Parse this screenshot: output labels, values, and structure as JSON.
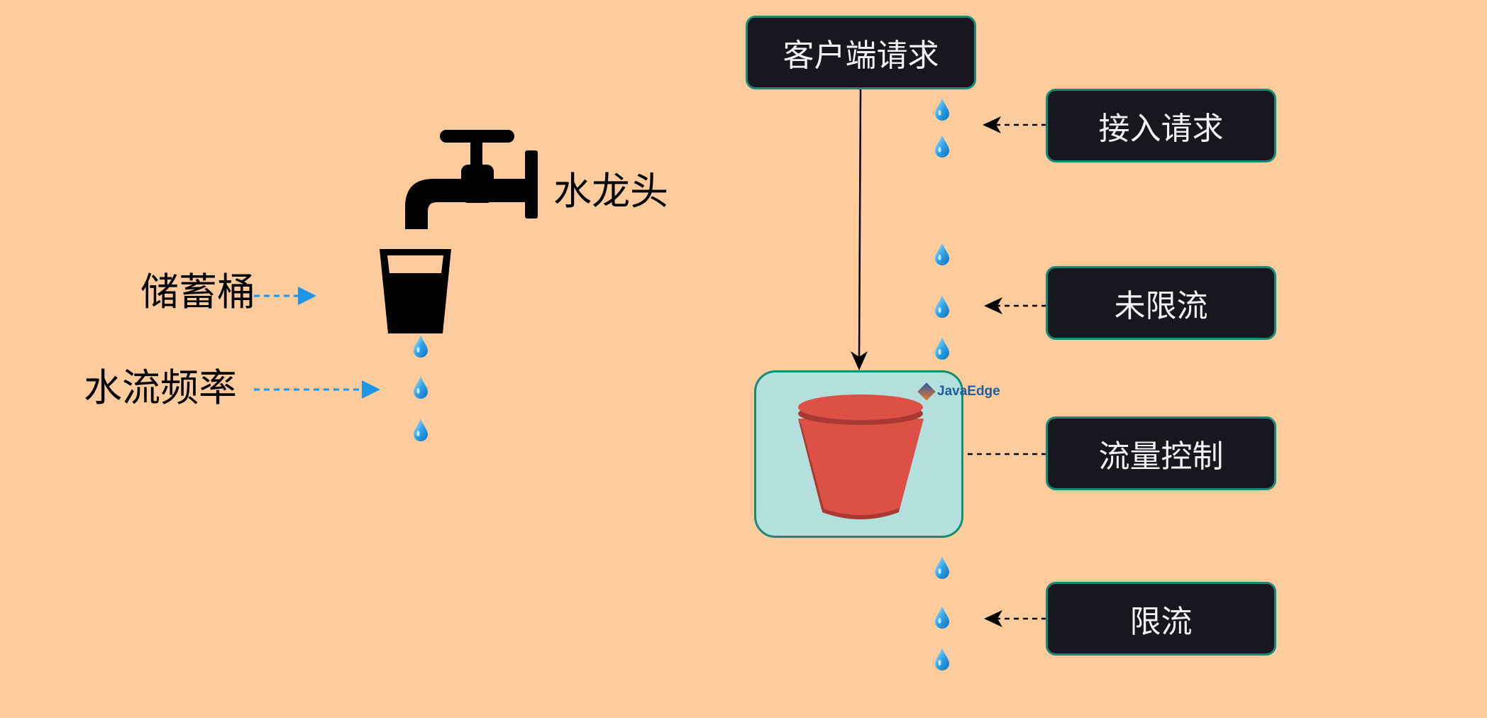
{
  "left": {
    "faucet_label": "水龙头",
    "bucket_label": "储蓄桶",
    "flow_label": "水流频率",
    "faucet_icon": "faucet-icon",
    "cup_icon": "cup-icon",
    "drop_icon": "water-drop-icon",
    "arrow_color": "#1e96e8"
  },
  "right": {
    "client_request": "客户端请求",
    "accept_request": "接入请求",
    "not_limited": "未限流",
    "flow_control": "流量控制",
    "limited": "限流",
    "bucket_icon": "bucket-icon",
    "watermark": "JavaEdge"
  },
  "colors": {
    "background": "#fecb9d",
    "box_fill": "#18171f",
    "box_border": "#178a78",
    "bucket_container": "#b3dfdc",
    "bucket": "#dd5046"
  }
}
